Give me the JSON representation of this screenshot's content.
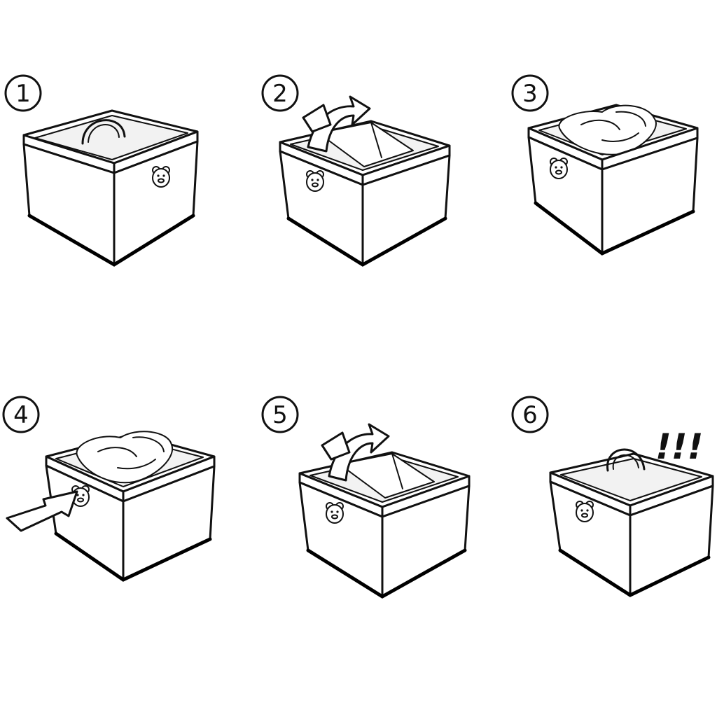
{
  "steps": [
    {
      "number": "1"
    },
    {
      "number": "2"
    },
    {
      "number": "3"
    },
    {
      "number": "4"
    },
    {
      "number": "5"
    },
    {
      "number": "6"
    }
  ],
  "alert_text": "!!!",
  "icons": [
    "circled-number-icon",
    "bear-face-button-icon",
    "rotate-arrow-icon",
    "push-arrow-icon",
    "pop-up-handle-icon"
  ]
}
